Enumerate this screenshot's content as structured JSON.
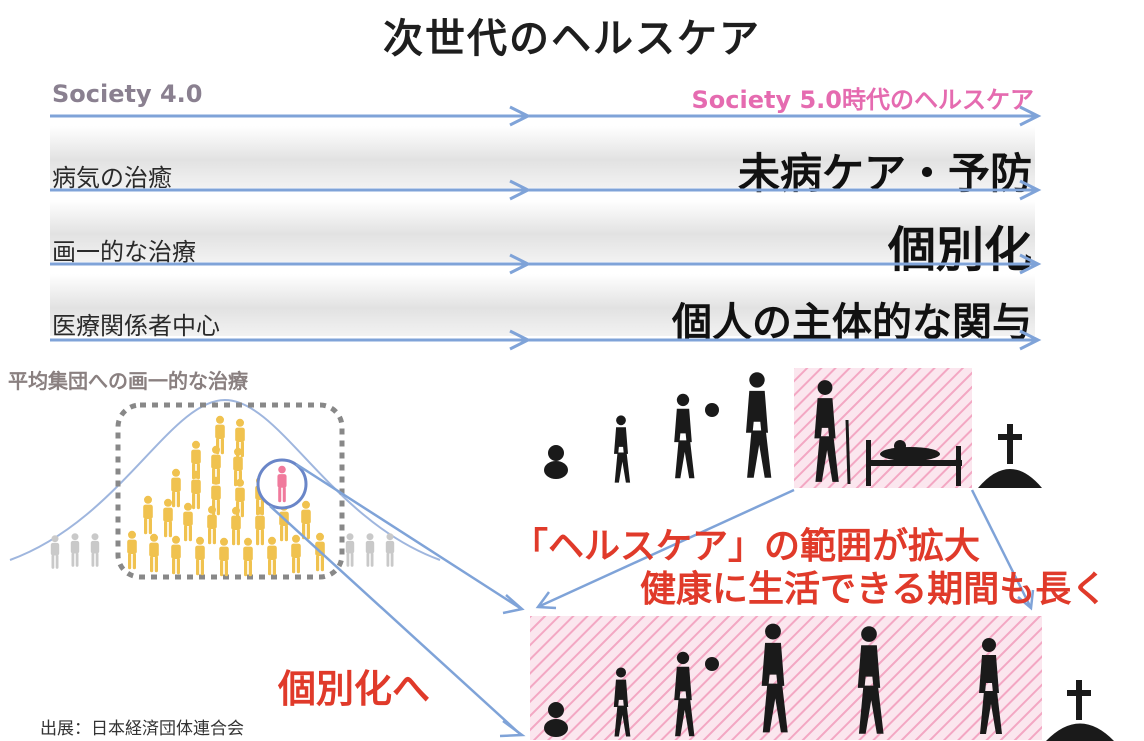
{
  "title": "次世代のヘルスケア",
  "header": {
    "left": "Society 4.0",
    "right": "Society 5.0時代のヘルスケア"
  },
  "rows": [
    {
      "from": "病気の治癒",
      "to": "未病ケア・予防"
    },
    {
      "from": "画一的な治療",
      "to": "個別化"
    },
    {
      "from": "医療関係者中心",
      "to": "個人の主体的な関与"
    }
  ],
  "left_panel": {
    "caption": "平均集団への画一的な治療",
    "emphasis": "個別化へ"
  },
  "right_panel": {
    "line1": "「ヘルスケア」の範囲が拡大",
    "line2": "健康に生活できる期間も長く"
  },
  "source": "出展：日本経済団体連合会",
  "colors": {
    "arrow": "#7fa3d8",
    "accent_red": "#e03a2a",
    "accent_pink": "#e56bb0",
    "figure_yellow": "#f0c24f",
    "figure_gray": "#c9c9c9",
    "figure_pink": "#f07a9c",
    "silhouette": "#1a1a1a"
  }
}
